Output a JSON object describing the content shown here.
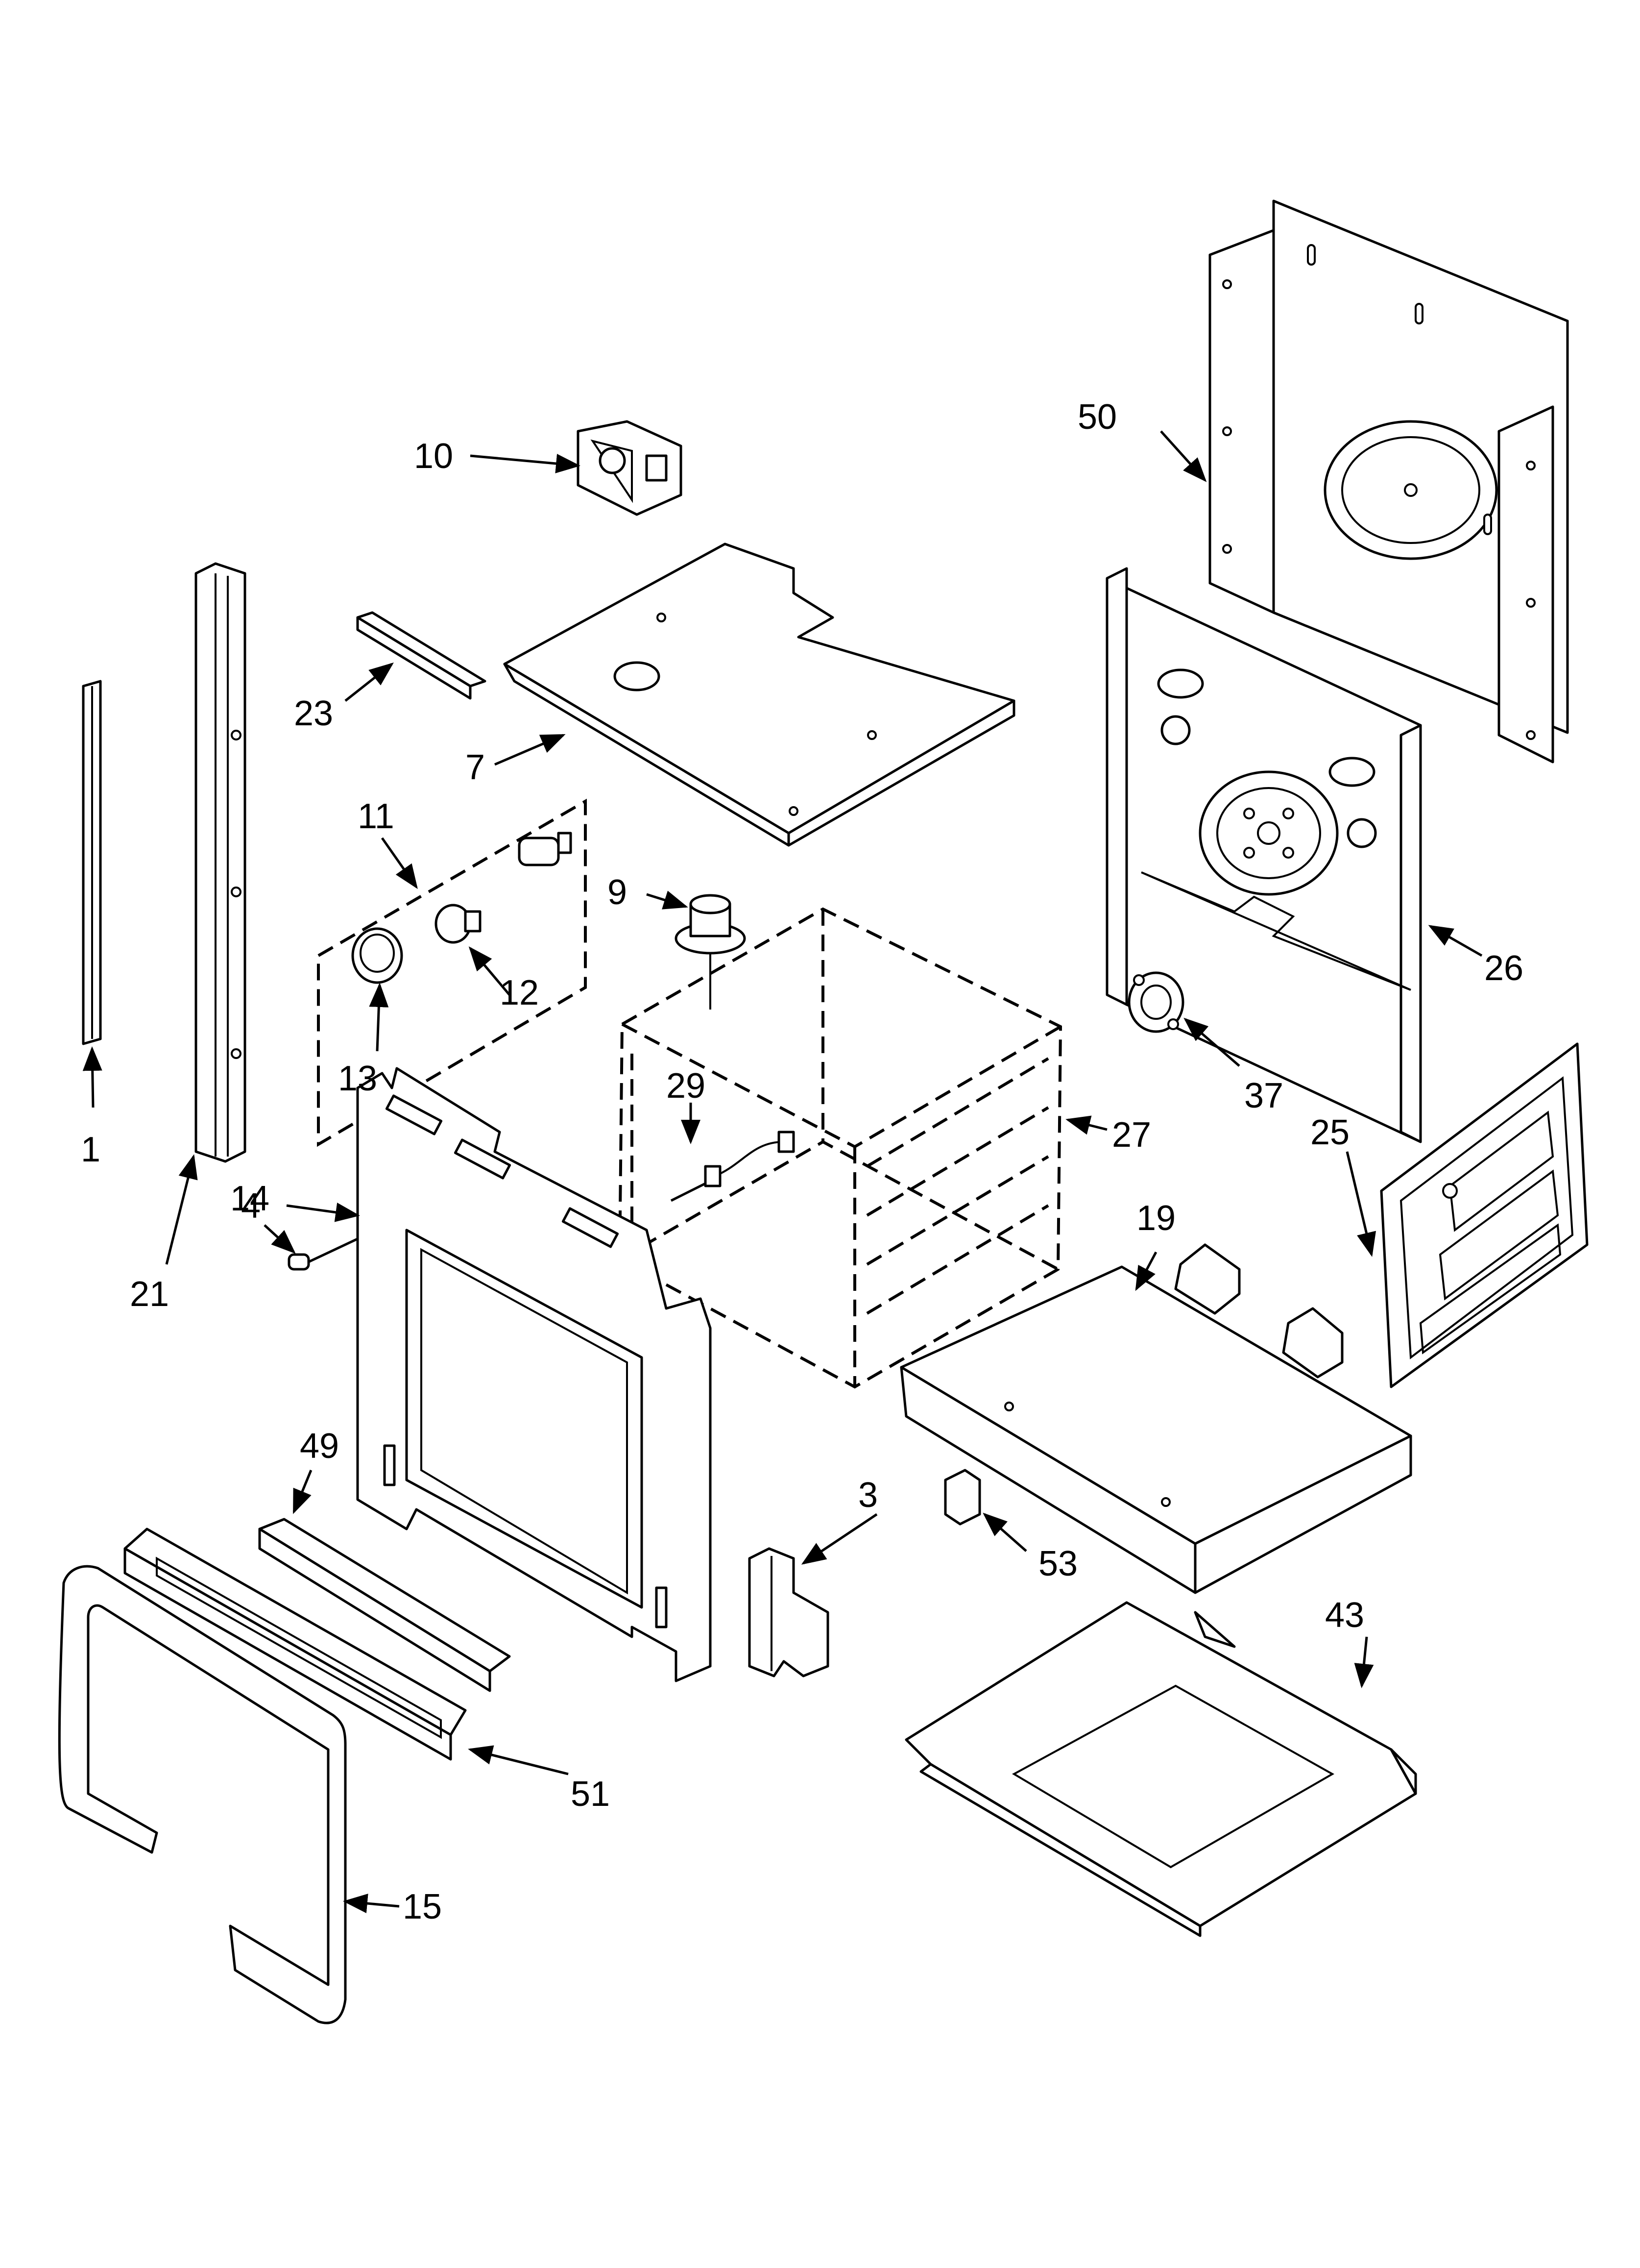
{
  "diagram": {
    "labels": [
      {
        "id": "p1",
        "text": "1"
      },
      {
        "id": "p3",
        "text": "3"
      },
      {
        "id": "p4",
        "text": "4"
      },
      {
        "id": "p7",
        "text": "7"
      },
      {
        "id": "p9",
        "text": "9"
      },
      {
        "id": "p10",
        "text": "10"
      },
      {
        "id": "p11",
        "text": "11"
      },
      {
        "id": "p12",
        "text": "12"
      },
      {
        "id": "p13",
        "text": "13"
      },
      {
        "id": "p14",
        "text": "14"
      },
      {
        "id": "p15",
        "text": "15"
      },
      {
        "id": "p19",
        "text": "19"
      },
      {
        "id": "p21",
        "text": "21"
      },
      {
        "id": "p23",
        "text": "23"
      },
      {
        "id": "p25",
        "text": "25"
      },
      {
        "id": "p26",
        "text": "26"
      },
      {
        "id": "p27",
        "text": "27"
      },
      {
        "id": "p29",
        "text": "29"
      },
      {
        "id": "p37",
        "text": "37"
      },
      {
        "id": "p43",
        "text": "43"
      },
      {
        "id": "p49",
        "text": "49"
      },
      {
        "id": "p50",
        "text": "50"
      },
      {
        "id": "p51",
        "text": "51"
      },
      {
        "id": "p53",
        "text": "53"
      }
    ]
  }
}
